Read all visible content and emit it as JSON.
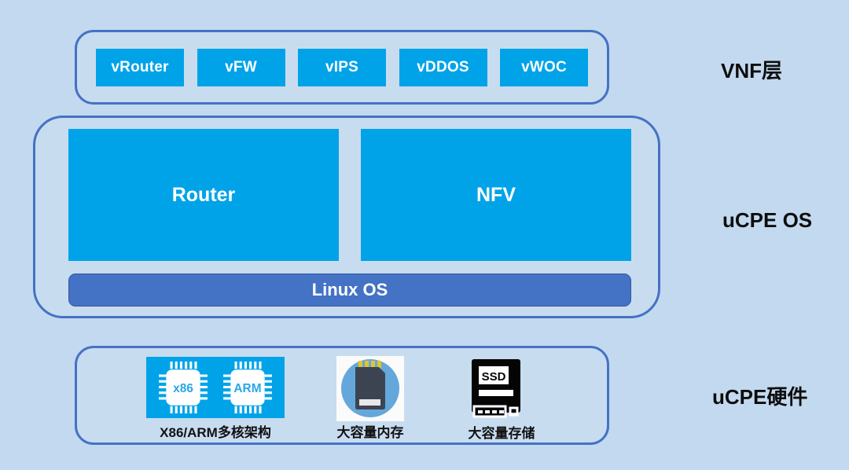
{
  "colors": {
    "background": "#c2d9ef",
    "container_border": "#4472c4",
    "box_cyan": "#00a3e8",
    "linux_bar_blue": "#4472c4",
    "memory_circle_blue": "#64a8db",
    "memory_card_gray": "#3d4451",
    "memory_pin_yellow": "#e6c32b",
    "ssd_black": "#050505"
  },
  "vnf": {
    "title": "VNF层",
    "boxes": [
      {
        "label": "vRouter"
      },
      {
        "label": "vFW"
      },
      {
        "label": "vIPS"
      },
      {
        "label": "vDDOS"
      },
      {
        "label": "vWOC"
      }
    ]
  },
  "os": {
    "title": "uCPE OS",
    "router": "Router",
    "nfv": "NFV",
    "linux": "Linux OS"
  },
  "hw": {
    "title": "uCPE硬件",
    "cpu": {
      "caption": "X86/ARM多核架构",
      "chip1": "x86",
      "chip2": "ARM"
    },
    "memory": {
      "caption": "大容量内存"
    },
    "ssd": {
      "caption": "大容量存储",
      "icon_label": "SSD"
    }
  }
}
